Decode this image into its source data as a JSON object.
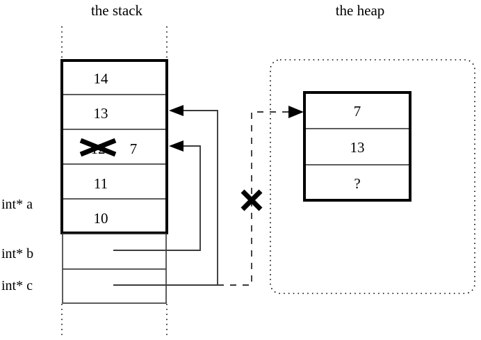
{
  "figure": {
    "type": "memory-diagram",
    "background": "#ffffff",
    "ink": "#000000"
  },
  "regions": {
    "stack": {
      "title": "the stack",
      "frame_style": "dotted-vertical-guides"
    },
    "heap": {
      "title": "the heap",
      "frame_style": "rounded-dotted-rectangle"
    }
  },
  "stack": {
    "cells": [
      {
        "value": "14",
        "struck": false,
        "label": ""
      },
      {
        "value": "13",
        "struck": false,
        "label": ""
      },
      {
        "value": "12",
        "struck": true,
        "new_value": "7",
        "label": ""
      },
      {
        "value": "11",
        "struck": false,
        "label": ""
      },
      {
        "value": "10",
        "struck": false,
        "label": "int* a"
      }
    ],
    "pointer_cells": [
      {
        "value": "",
        "label": "int* b"
      },
      {
        "value": "",
        "label": "int* c"
      }
    ]
  },
  "heap": {
    "block": {
      "cells": [
        {
          "value": "7"
        },
        {
          "value": "13"
        },
        {
          "value": "?"
        }
      ]
    }
  },
  "annotations": {
    "struck_value_mark": "x-strike-through",
    "severed_pointer_mark": "x-cross-on-dashed-link",
    "arrows": [
      {
        "from": "int* c",
        "to": "stack-cell-13",
        "style": "solid"
      },
      {
        "from": "int* b",
        "to": "stack-cell-12-struck",
        "style": "solid"
      },
      {
        "from": "int* c",
        "to": "heap-block-top",
        "style": "dashed"
      }
    ]
  }
}
